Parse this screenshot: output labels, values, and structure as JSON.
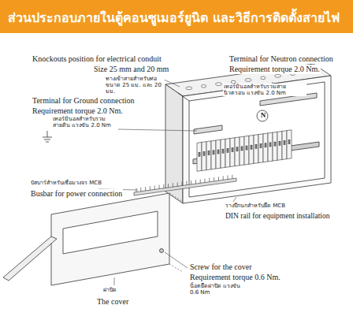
{
  "diagram": {
    "title": "ส่วนประกอบภายในตู้คอนซูเมอร์ยูนิต และวิธีการติดตั้งสายไฟ",
    "labels": [
      "Knockouts position for electrical conduit",
      "Size 25 mm and 20 mm",
      "ทางเข้าสายสำหรับท่อ ขนาด 25 มม. และ 20 มม.",
      "Terminal for Neutron connection",
      "Requirement torque 2.0 Nm.",
      "เทอร์มินอลสำหรับรวมสายนิวตรอน แรงขัน 2.0 Nm",
      "N",
      "Terminal for Ground connection",
      "Requirement torque 2.0 Nm.",
      "เทอร์มินอลสำหรับรวมสายดิน แรงขัน 2.0 Nm",
      "บัสบาร์สำหรับเชื่อมวงจร MCB",
      "Busbar for power connection",
      "รางปีกนกสำหรับยึด MCB",
      "DIN rail for equipment installation",
      "Screw for the cover",
      "Requirement torque 0.6 Nm.",
      "น็อตยึดฝาปิด แรงขัน 0.6 Nm",
      "ฝาปิด",
      "The cover"
    ]
  }
}
